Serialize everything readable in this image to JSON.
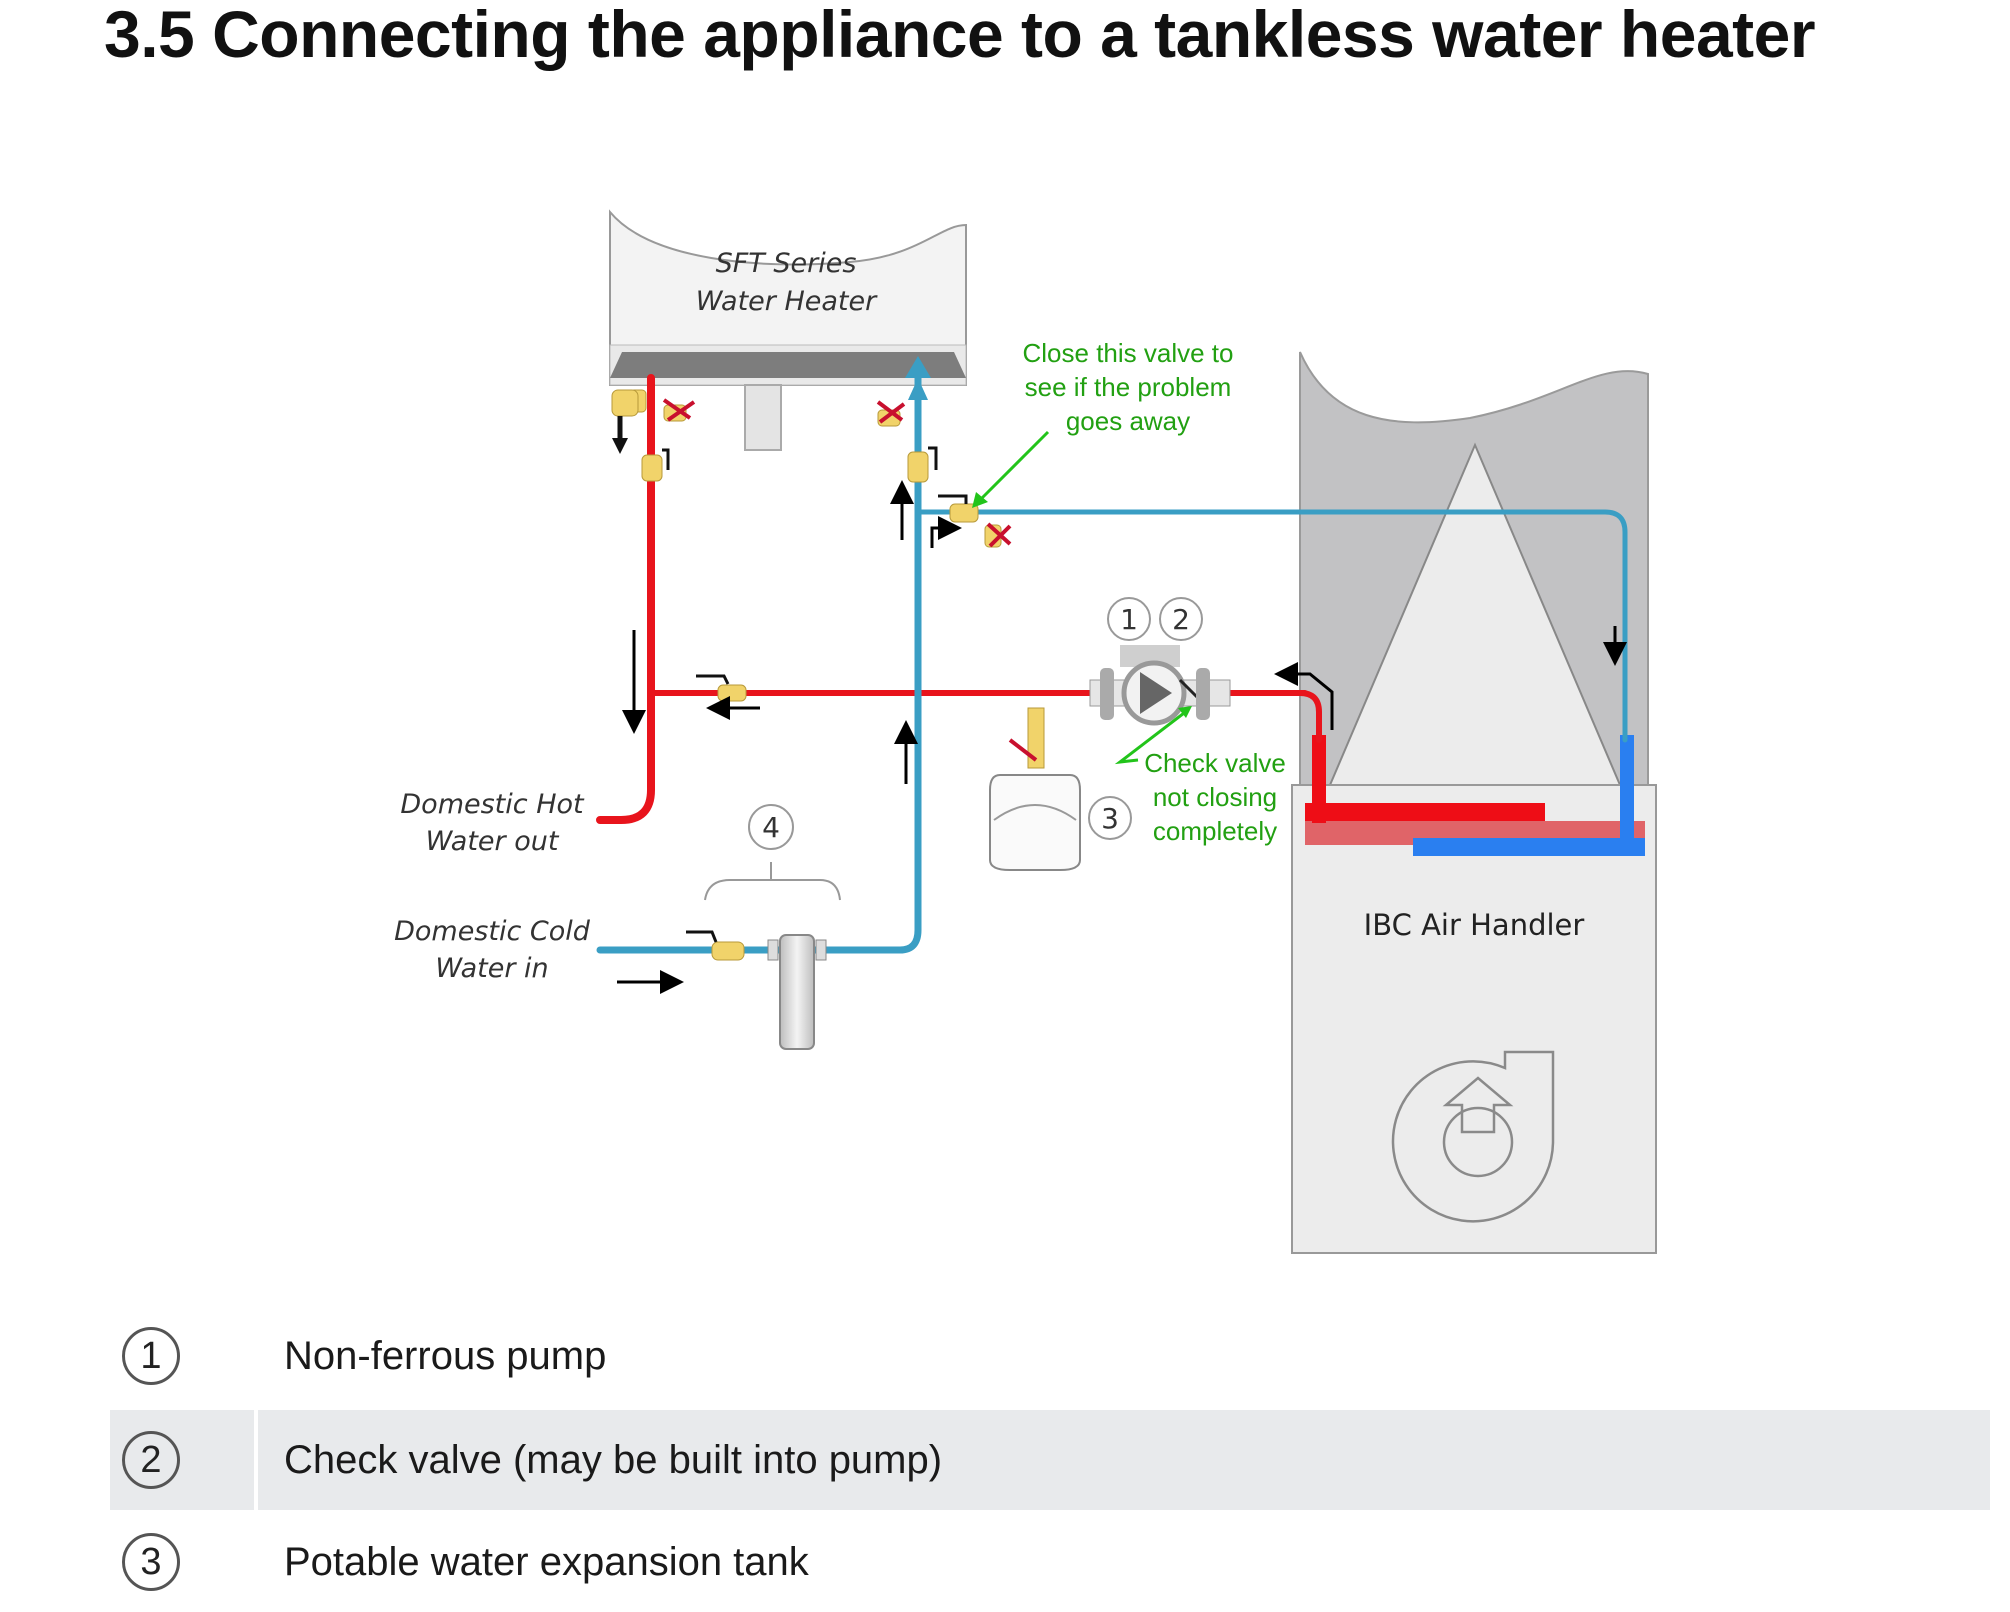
{
  "title": "3.5 Connecting the appliance to a tankless water heater",
  "diagram": {
    "water_heater_label_line1": "SFT Series",
    "water_heater_label_line2": "Water Heater",
    "hot_out_line1": "Domestic Hot",
    "hot_out_line2": "Water out",
    "cold_in_line1": "Domestic Cold",
    "cold_in_line2": "Water in",
    "air_handler_label": "IBC Air Handler",
    "annotation_valve": [
      "Close this valve to",
      "see if the problem",
      "goes away"
    ],
    "annotation_check": [
      "Check valve",
      "not closing",
      "completely"
    ],
    "callouts": [
      "1",
      "2",
      "3",
      "4"
    ],
    "colors": {
      "hot_pipe": "#e8141c",
      "cold_pipe": "#3a9ec4",
      "coil_blue": "#2a7ff0",
      "annotation_green": "#22a012",
      "air_handler_gray": "#c2c2c4"
    }
  },
  "legend": [
    {
      "num": "1",
      "text": "Non-ferrous pump"
    },
    {
      "num": "2",
      "text": "Check valve (may be built into pump)"
    },
    {
      "num": "3",
      "text": "Potable water expansion tank"
    }
  ]
}
